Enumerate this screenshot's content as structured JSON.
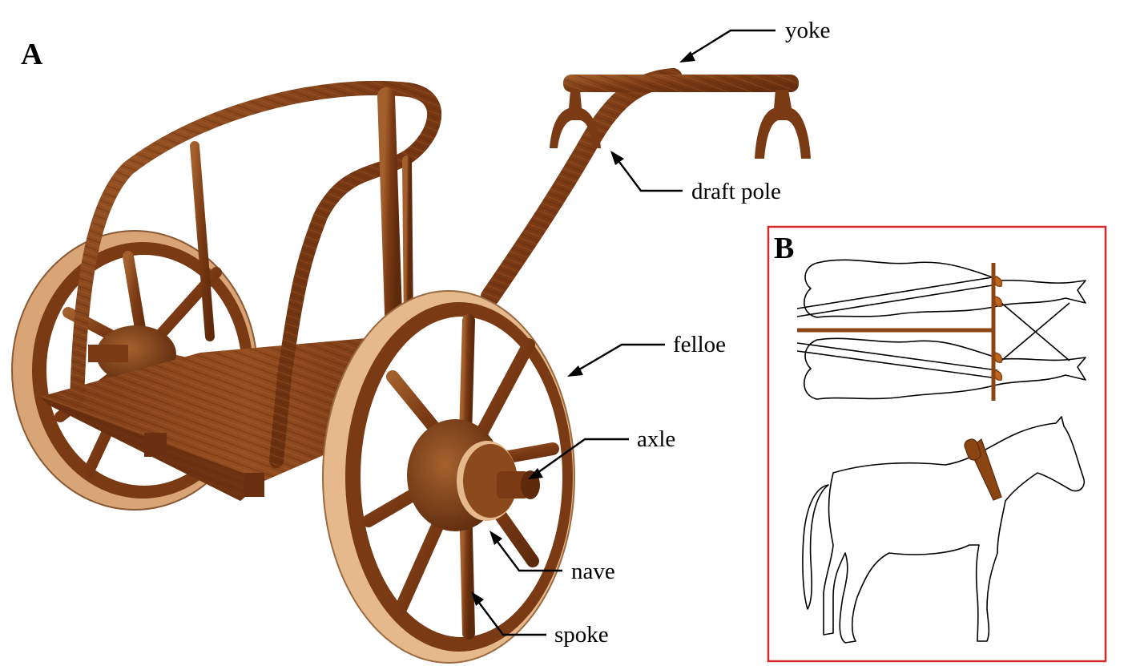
{
  "panels": {
    "a": {
      "letter": "A"
    },
    "b": {
      "letter": "B",
      "border_color": "#d42a2a"
    }
  },
  "labels": {
    "yoke": "yoke",
    "draft_pole": "draft pole",
    "felloe": "felloe",
    "axle": "axle",
    "nave": "nave",
    "spoke": "spoke"
  },
  "colors": {
    "wood_dark": "#6b2f10",
    "wood_mid": "#8a4a1e",
    "wood_light": "#a35f2c",
    "wheel_rim_face": "#e6b98c",
    "harness_brown": "#8b4513",
    "panel_border": "#d42a2a"
  }
}
